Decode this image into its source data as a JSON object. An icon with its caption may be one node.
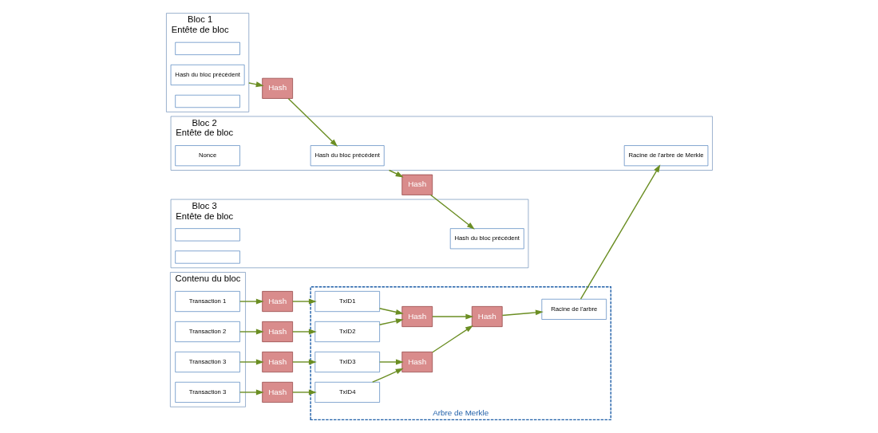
{
  "diagram": {
    "nodes": [
      {
        "text": [
          "Bloc 1",
          "Entête de bloc"
        ]
      },
      {
        "text": [],
        "shape": "box",
        "in": 0
      },
      {
        "text": [
          "Hash du bloc précédent"
        ],
        "in": 0
      },
      {
        "text": [],
        "shape": "box",
        "in": 0
      },
      {
        "text": [
          "Hash"
        ]
      },
      {
        "text": [
          "Bloc 2",
          "Entête de bloc"
        ]
      },
      {
        "text": [
          "Nonce"
        ],
        "in": 5
      },
      {
        "text": [
          "Hash du bloc précédent"
        ],
        "in": 5
      },
      {
        "text": [
          "Racine de l'arbre de Merkle"
        ],
        "in": 5
      },
      {
        "text": [
          "Hash"
        ]
      },
      {
        "text": [
          "Bloc 3",
          "Entête de bloc"
        ]
      },
      {
        "text": [],
        "shape": "box",
        "in": 10
      },
      {
        "text": [
          "Hash du bloc précédent"
        ],
        "in": 10
      },
      {
        "text": [],
        "shape": "box",
        "in": 10
      },
      {
        "text": [
          "Contenu du bloc"
        ]
      },
      {
        "text": [
          "Transaction 1"
        ],
        "in": 14
      },
      {
        "text": [
          "Transaction 2"
        ],
        "in": 14
      },
      {
        "text": [
          "Transaction 3"
        ],
        "in": 14
      },
      {
        "text": [
          "Transaction 3"
        ],
        "in": 14
      },
      {
        "text": [
          "Hash"
        ]
      },
      {
        "text": [
          "Hash"
        ]
      },
      {
        "text": [
          "Hash"
        ]
      },
      {
        "text": [
          "Hash"
        ]
      },
      {
        "text": [
          "Arbre de Merkle"
        ]
      },
      {
        "text": [
          "TxID1"
        ],
        "in": 23
      },
      {
        "text": [
          "TxID2"
        ],
        "in": 23
      },
      {
        "text": [
          "TxID3"
        ],
        "in": 23
      },
      {
        "text": [
          "TxID4"
        ],
        "in": 23
      },
      {
        "text": [
          "Hash"
        ],
        "in": 23
      },
      {
        "text": [
          "Hash"
        ],
        "in": 23
      },
      {
        "text": [
          "Hash"
        ],
        "in": 23
      },
      {
        "text": [
          "Racine de l'arbre"
        ],
        "in": 23
      }
    ],
    "edges": [
      {
        "from": 0,
        "to": 4,
        "arrow": "to"
      },
      {
        "from": 4,
        "to": 7,
        "arrow": "to"
      },
      {
        "from": 5,
        "to": 9,
        "arrow": "to"
      },
      {
        "from": 9,
        "to": 12,
        "arrow": "to"
      },
      {
        "from": 31,
        "to": 8,
        "arrow": "to"
      },
      {
        "from": 15,
        "to": 19,
        "arrow": "to"
      },
      {
        "from": 16,
        "to": 20,
        "arrow": "to"
      },
      {
        "from": 17,
        "to": 21,
        "arrow": "to"
      },
      {
        "from": 18,
        "to": 22,
        "arrow": "to"
      },
      {
        "from": 19,
        "to": 24,
        "arrow": "to"
      },
      {
        "from": 20,
        "to": 25,
        "arrow": "to"
      },
      {
        "from": 21,
        "to": 26,
        "arrow": "to"
      },
      {
        "from": 22,
        "to": 27,
        "arrow": "to"
      },
      {
        "from": 24,
        "to": 28,
        "arrow": "to"
      },
      {
        "from": 25,
        "to": 28,
        "arrow": "to"
      },
      {
        "from": 26,
        "to": 29,
        "arrow": "to"
      },
      {
        "from": 27,
        "to": 29,
        "arrow": "to"
      },
      {
        "from": 28,
        "to": 30,
        "arrow": "to"
      },
      {
        "from": 29,
        "to": 30,
        "arrow": "to"
      },
      {
        "from": 30,
        "to": 31,
        "arrow": "to"
      }
    ]
  }
}
